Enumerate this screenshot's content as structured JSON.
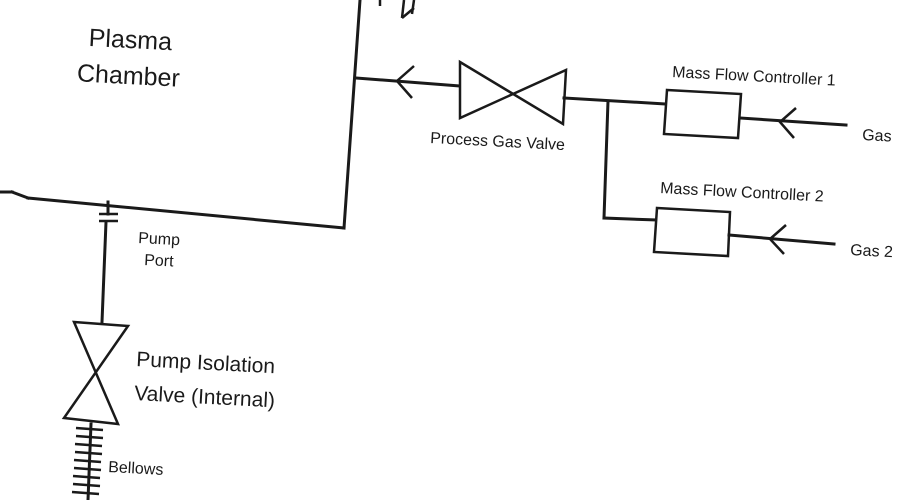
{
  "labels": {
    "chamber_line1": "Plasma",
    "chamber_line2": "Chamber",
    "process_gas_valve": "Process Gas Valve",
    "mfc1": "Mass Flow Controller 1",
    "mfc2": "Mass Flow Controller 2",
    "gas1": "Gas",
    "gas2": "Gas 2",
    "pump_port_line1": "Pump",
    "pump_port_line2": "Port",
    "pump_isolation_line1": "Pump Isolation",
    "pump_isolation_line2": "Valve (Internal)",
    "bellows": "Bellows"
  },
  "colors": {
    "line": "#1a1a1a",
    "background": "#ffffff"
  }
}
